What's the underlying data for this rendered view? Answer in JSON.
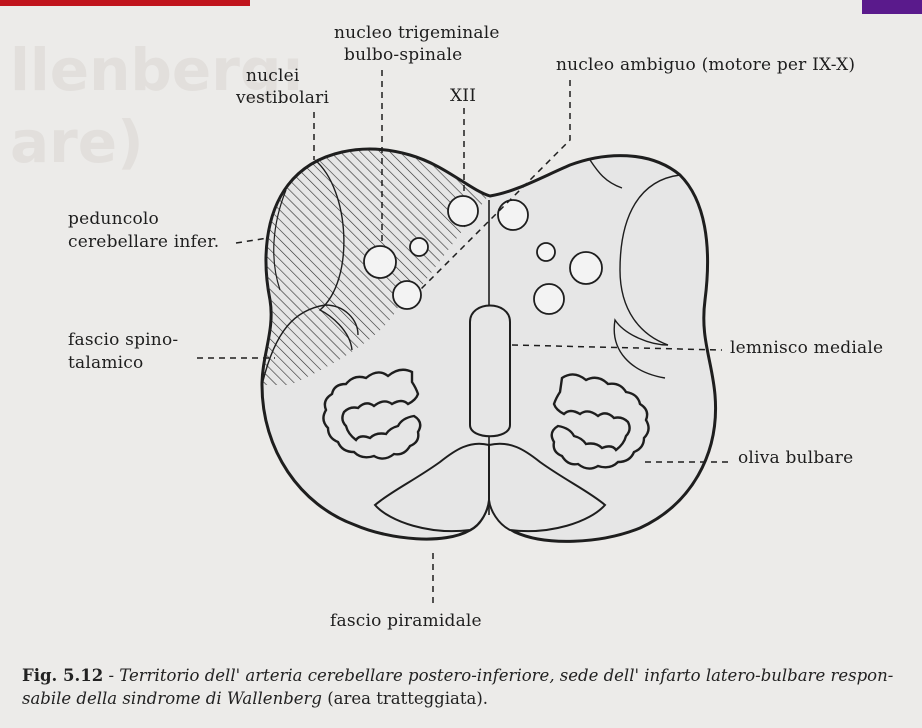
{
  "labels": {
    "nuclei_vestibolari": [
      "nuclei",
      "vestibolari"
    ],
    "nucleo_trigeminale": [
      "nucleo trigeminale",
      "bulbo-spinale"
    ],
    "xii": "XII",
    "nucleo_ambiguo": "nucleo ambiguo (motore per IX-X)",
    "peduncolo": [
      "peduncolo",
      "cerebellare infer."
    ],
    "fascio_spino": [
      "fascio spino-",
      "talamico"
    ],
    "lemnisco": "lemnisco mediale",
    "oliva": "oliva bulbare",
    "piramidale": "fascio piramidale"
  },
  "caption": {
    "fig": "Fig. 5.12",
    "dash": " - ",
    "text_italic": "Territorio dell' arteria cerebellare postero-inferiore, sede dell' infarto latero-bulbare respon-sabile della sindrome di Wallenberg",
    "text_plain": " (area tratteggiata)."
  },
  "background_ghost": [
    "llenberg:",
    "are)"
  ],
  "colors": {
    "page": "#ecebe9",
    "ink": "#1e1e1e",
    "section_fill": "#e6e6e6",
    "top_bar_left": "#c0141c",
    "top_bar_right": "#5a1a8c"
  }
}
